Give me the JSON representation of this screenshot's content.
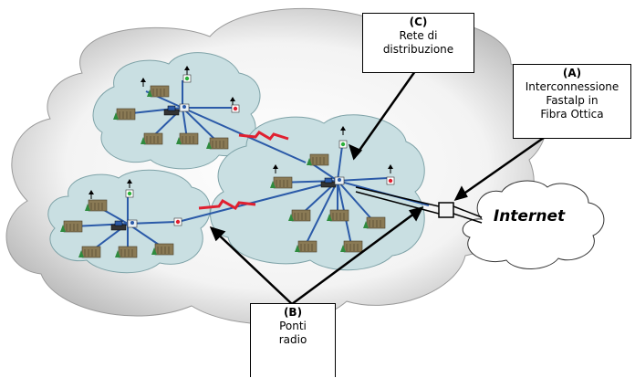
{
  "callouts": {
    "c": {
      "tag": "(C)",
      "line1": "Rete di",
      "line2": "distribuzione"
    },
    "a": {
      "tag": "(A)",
      "line1": "Interconnessione",
      "line2": "Fastalp in",
      "line3": "Fibra Ottica"
    },
    "b": {
      "tag": "(B)",
      "line1": "Ponti",
      "line2": "radio"
    }
  },
  "internet": {
    "label": "Internet"
  },
  "colors": {
    "outer_cloud_edge": "#8a8a8a",
    "outer_cloud_fill": "#f4f4f4",
    "sub_cloud_fill": "#c9dfe2",
    "sub_cloud_edge": "#7fa3a8",
    "link_blue": "#2b5aa8",
    "radio_red": "#e02030",
    "building": "#8a7a55",
    "tree": "#2e8b3e"
  }
}
